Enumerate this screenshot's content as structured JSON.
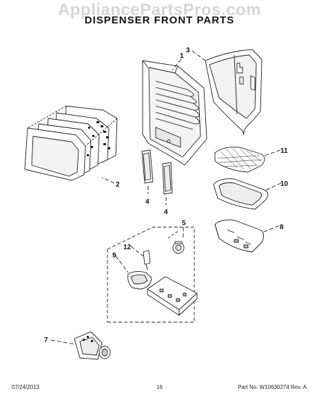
{
  "watermark": "AppliancePartsPros.com",
  "title": "DISPENSER FRONT PARTS",
  "callouts": {
    "c1": "1",
    "c2": "2",
    "c3": "3",
    "c4a": "4",
    "c4b": "4",
    "c5": "5",
    "c7": "7",
    "c8": "8",
    "c9": "9",
    "c10": "10",
    "c11": "11",
    "c12": "12"
  },
  "footer": {
    "date": "07/24/2013",
    "page": "16",
    "part_number": "Part No. W10630274  Rev. A"
  },
  "colors": {
    "line": "#1a1a1a",
    "fill": "#ffffff",
    "shade": "#bdbdbd"
  }
}
